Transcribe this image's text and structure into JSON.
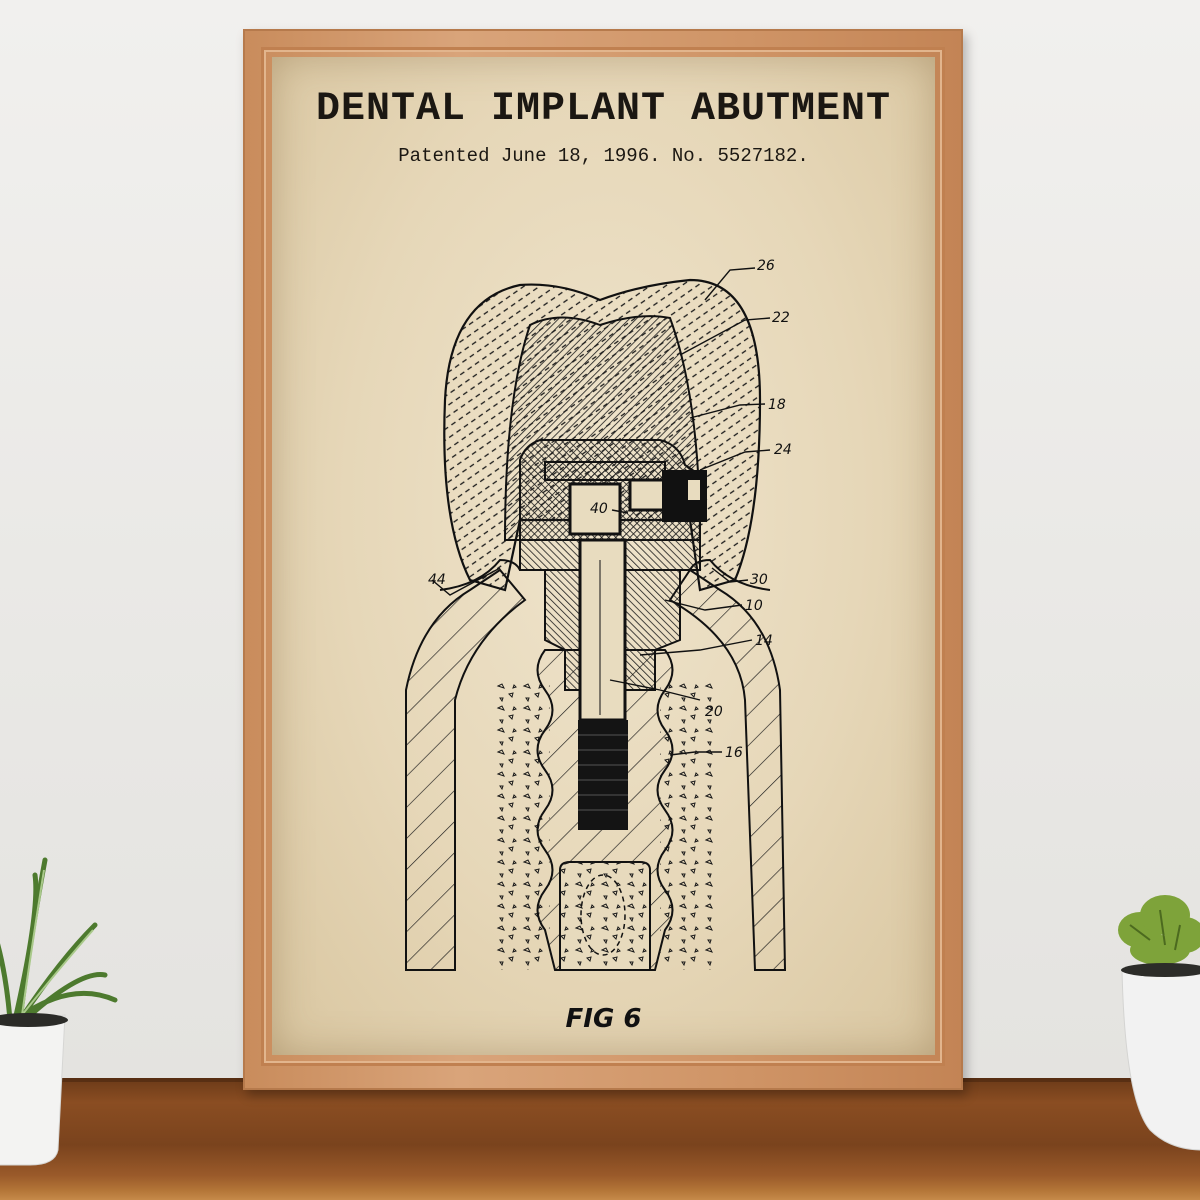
{
  "scene": {
    "description": "Framed vintage patent poster on a shelf between two potted plants",
    "wall_color": "#eceae7",
    "shelf_color": "#84491f",
    "frame_color": "#d19a6c",
    "paper_color": "#e8dabd"
  },
  "poster": {
    "title": "DENTAL IMPLANT ABUTMENT",
    "subtitle": "Patented June 18, 1996.   No. 5527182.",
    "figure_label": "FIG 6",
    "reference_numerals": {
      "r26": "26",
      "r22": "22",
      "r18": "18",
      "r24": "24",
      "r40": "40",
      "r44": "44",
      "r30": "30",
      "r10": "10",
      "r14": "14",
      "r20": "20",
      "r16": "16"
    }
  },
  "decor": {
    "left_plant": "potted-fern",
    "right_plant": "potted-succulent"
  }
}
